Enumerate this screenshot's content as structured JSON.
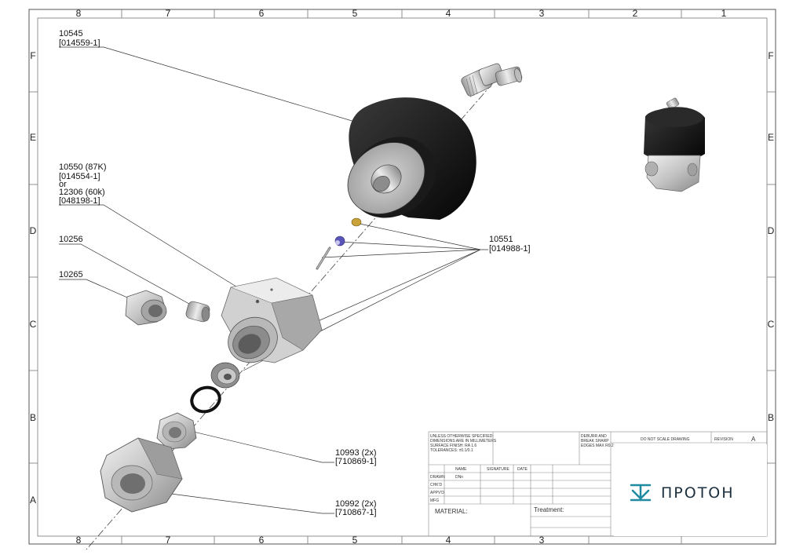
{
  "zones": {
    "columns": [
      "8",
      "7",
      "6",
      "5",
      "4",
      "3",
      "2",
      "1"
    ],
    "rows": [
      "F",
      "E",
      "D",
      "C",
      "B",
      "A"
    ]
  },
  "callouts": {
    "c10545": [
      "10545",
      "[014559-1]"
    ],
    "c10550": [
      "10550 (87K)",
      "[014554-1]",
      "or",
      "12306 (60k)",
      "[048198-1]"
    ],
    "c10256": [
      "10256"
    ],
    "c10265": [
      "10265"
    ],
    "c10551": [
      "10551",
      "[014988-1]"
    ],
    "c10993": [
      "10993 (2x)",
      "[710869-1]"
    ],
    "c10992": [
      "10992 (2x)",
      "[710867-1]"
    ]
  },
  "title_block": {
    "notes": [
      "UNLESS OTHERWISE SPECIFIED:",
      "DIMENSIONS ARE IN MILLIMETERS",
      "SURFACE FINISH: RA 1.6",
      "TOLERANCES: ±0.1/0.1"
    ],
    "edge_note": [
      "DEBURR AND",
      "BREAK SHARP",
      "EDGES MAX R0.2"
    ],
    "do_not_scale": "DO NOT SCALE DRAWING",
    "revision_label": "REVISION",
    "revision_value": "A",
    "col_name": "NAME",
    "col_signature": "SIGNATURE",
    "col_date": "DATE",
    "rows": [
      "DRAWN",
      "CHK'D",
      "APPV'D",
      "MFG"
    ],
    "drawn_name": "DNn",
    "material_label": "MATERIAL:",
    "treatment_label": "Treatment:",
    "logo_text": "ПРОТОН",
    "logo_color": "#1f8aa0"
  }
}
